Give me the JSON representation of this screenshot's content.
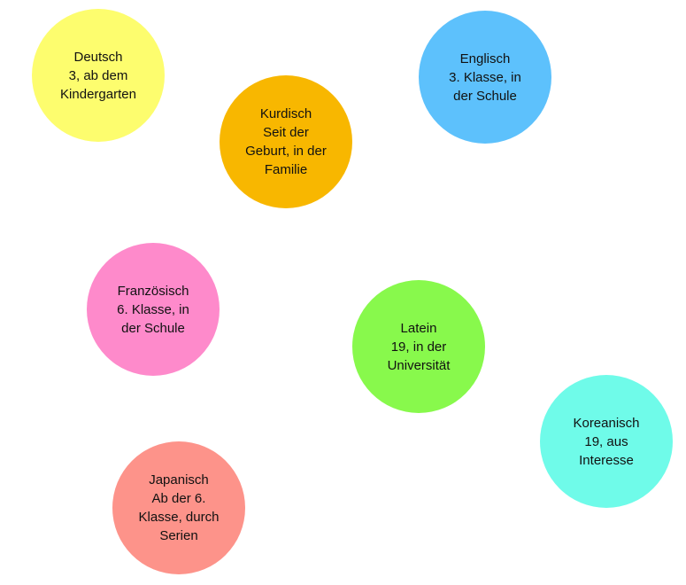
{
  "languages": [
    {
      "id": "deutsch",
      "color": "#fdfd6e",
      "lines": [
        "Deutsch",
        "3, ab dem",
        "Kindergarten"
      ]
    },
    {
      "id": "kurdisch",
      "color": "#f8b700",
      "lines": [
        "Kurdisch",
        "Seit der",
        "Geburt, in der",
        "Familie"
      ]
    },
    {
      "id": "englisch",
      "color": "#5dc1fc",
      "lines": [
        "Englisch",
        "3. Klasse, in",
        "der Schule"
      ]
    },
    {
      "id": "franzoesisch",
      "color": "#fe8acb",
      "lines": [
        "Französisch",
        "6. Klasse, in",
        "der Schule"
      ]
    },
    {
      "id": "latein",
      "color": "#88f94c",
      "lines": [
        "Latein",
        "19, in der",
        "Universität"
      ]
    },
    {
      "id": "koreanisch",
      "color": "#6ffbe9",
      "lines": [
        "Koreanisch",
        "19, aus",
        "Interesse"
      ]
    },
    {
      "id": "japanisch",
      "color": "#fd938a",
      "lines": [
        "Japanisch",
        "Ab der 6.",
        "Klasse, durch",
        "Serien"
      ]
    }
  ]
}
